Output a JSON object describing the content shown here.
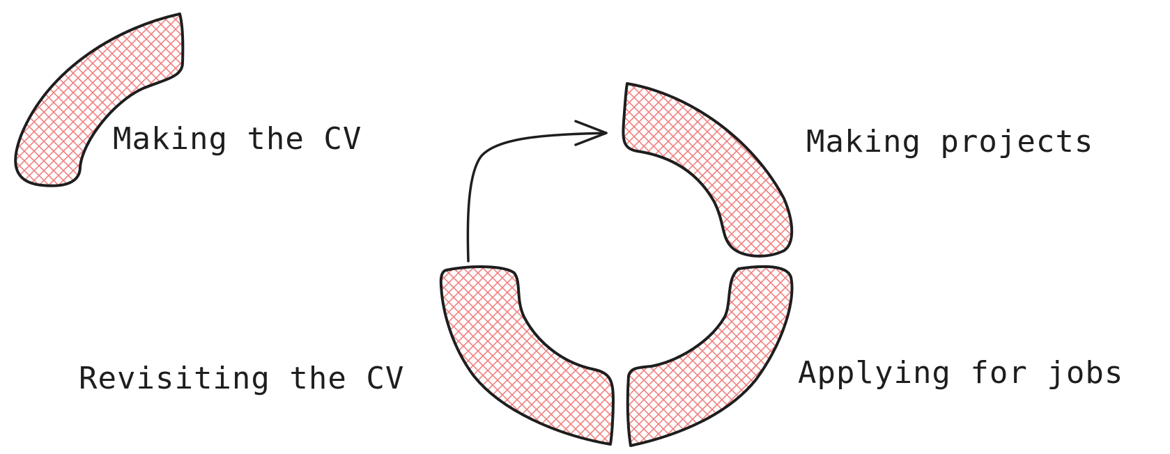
{
  "labels": {
    "making_cv": "Making the CV",
    "making_projects": "Making projects",
    "revisiting_cv": "Revisiting the CV",
    "applying_jobs": "Applying for jobs"
  },
  "colors": {
    "stroke": "#1e1e1e",
    "hatch": "#f08080",
    "background": "#ffffff"
  },
  "icons": {
    "arrow": "curved-arrow-icon"
  }
}
